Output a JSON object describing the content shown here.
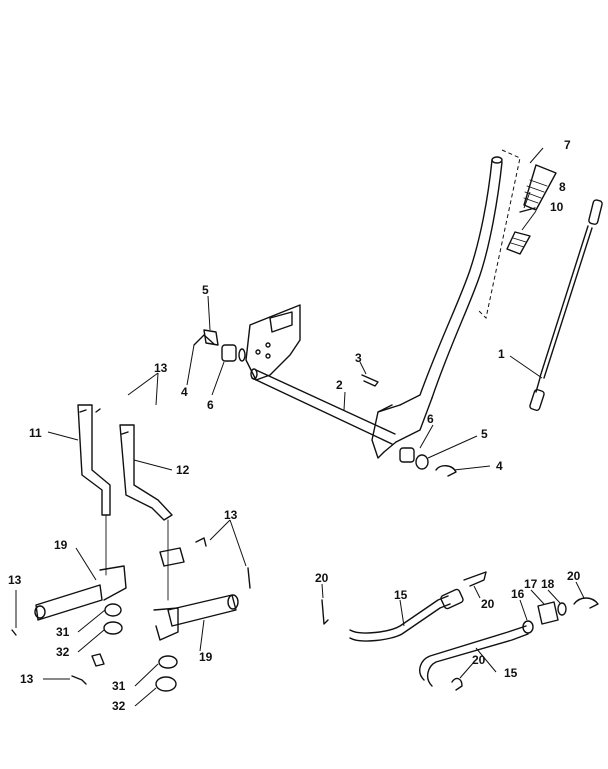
{
  "callouts": {
    "c1": "1",
    "c2": "2",
    "c3": "3",
    "c4a": "4",
    "c4b": "4",
    "c5a": "5",
    "c5b": "5",
    "c6a": "6",
    "c6b": "6",
    "c7": "7",
    "c8": "8",
    "c10": "10",
    "c11": "11",
    "c12": "12",
    "c13a": "13",
    "c13b": "13",
    "c13c": "13",
    "c13d": "13",
    "c15a": "15",
    "c15b": "15",
    "c16": "16",
    "c17": "17",
    "c18": "18",
    "c19a": "19",
    "c19b": "19",
    "c20a": "20",
    "c20b": "20",
    "c20c": "20",
    "c20d": "20",
    "c31a": "31",
    "c31b": "31",
    "c32a": "32",
    "c32b": "32"
  }
}
